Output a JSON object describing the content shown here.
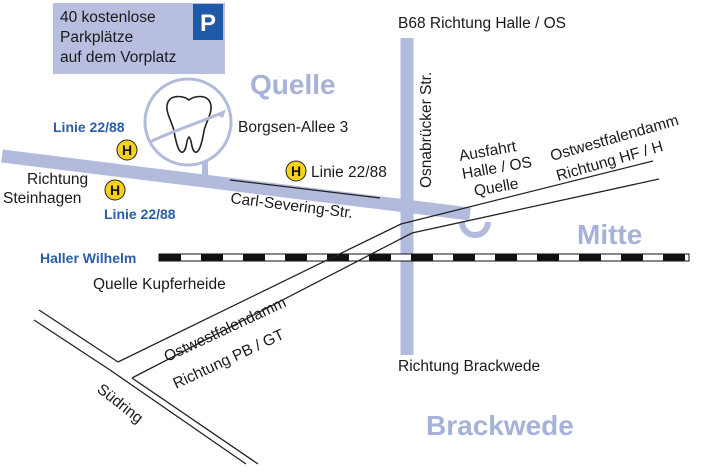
{
  "parking": {
    "line1": "40 kostenlose",
    "line2": "Parkplätze",
    "line3": "auf dem Vorplatz",
    "icon_letter": "P"
  },
  "districts": {
    "quelle": "Quelle",
    "mitte": "Mitte",
    "brackwede": "Brackwede"
  },
  "roads": {
    "b68": "B68 Richtung Halle / OS",
    "osnabruecker": "Osnabrücker Str.",
    "carl_severing": "Carl-Severing-Str.",
    "brackwede_dir": "Richtung Brackwede",
    "suedring": "Südring",
    "ost_pb_1": "Ostwestfalendamm",
    "ost_pb_2": "Richtung PB / GT",
    "ost_hf_1": "Ostwestfalendamm",
    "ost_hf_2": "Richtung HF / H",
    "ausfahrt_1": "Ausfahrt",
    "ausfahrt_2": "Halle / OS",
    "ausfahrt_3": "Quelle",
    "steinhagen_1": "Richtung",
    "steinhagen_2": "Steinhagen"
  },
  "location": {
    "address": "Borgsen-Allee 3",
    "icon": "tooth-icon"
  },
  "stops": {
    "letter": "H",
    "line_top_left": "Linie 22/88",
    "line_bottom_left": "Linie 22/88",
    "line_right": "Linie 22/88"
  },
  "rail": {
    "station": "Haller Wilhelm",
    "quelle_kupferheide": "Quelle Kupferheide"
  },
  "colors": {
    "road_main": "#b3bbdd",
    "road_label_district": "#a7b2d9",
    "parking_box": "#b8bee0",
    "parking_icon": "#1f5aa8",
    "stop_marker": "#f7d21c",
    "label_blue": "#2a5ea6"
  }
}
